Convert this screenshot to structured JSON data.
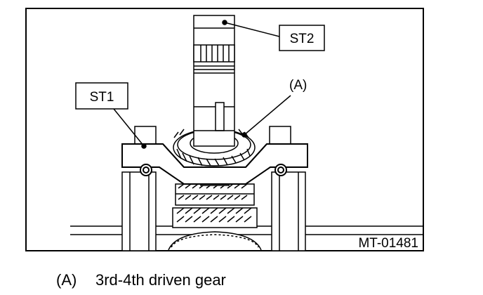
{
  "figure": {
    "labels": {
      "st1": "ST1",
      "st2": "ST2",
      "a": "(A)",
      "code": "MT-01481"
    }
  },
  "caption": {
    "key": "(A)",
    "text": "3rd-4th driven gear"
  },
  "colors": {
    "ink": "#000000",
    "paper": "#ffffff"
  }
}
